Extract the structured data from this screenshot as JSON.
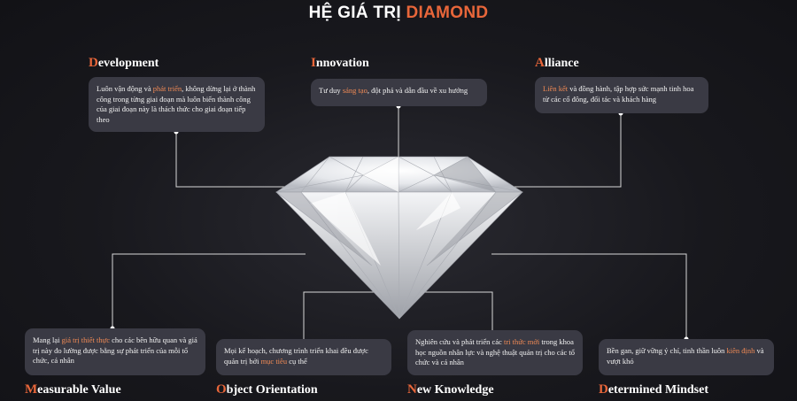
{
  "title": {
    "main": "HỆ GIÁ TRỊ ",
    "accent": "DIAMOND"
  },
  "colors": {
    "accent": "#e8663a",
    "highlight": "#f08a55",
    "background": "#16161b",
    "card": "#3a3a44"
  },
  "values": {
    "development": {
      "initial": "D",
      "rest": "evelopment",
      "pre": "Luôn vận động và ",
      "hl": "phát triển",
      "post": ", không dừng lại ở thành công trong từng giai đoạn mà luôn biến thành công của giai đoạn này là thách thức cho giai đoạn tiếp theo"
    },
    "innovation": {
      "initial": "I",
      "rest": "nnovation",
      "pre": "Tư duy ",
      "hl": "sáng tạo",
      "post": ", đột phá và dẫn đầu về xu hướng"
    },
    "alliance": {
      "initial": "A",
      "rest": "lliance",
      "pre": "",
      "hl": "Liên kết",
      "post": " và đồng hành, tập hợp sức mạnh tinh hoa từ các cổ đông, đối tác và khách hàng"
    },
    "measurable": {
      "initial": "M",
      "rest": "easurable Value",
      "pre": "Mang lại ",
      "hl": "giá trị thiết thực",
      "post": " cho các bên hữu quan và giá trị này đo lường được bằng sự phát triển của mỗi tổ chức, cá nhân"
    },
    "object": {
      "initial": "O",
      "rest": "bject Orientation",
      "pre": "Mọi kế hoạch, chương trình triển khai đều được quản trị bởi ",
      "hl": "mục tiêu",
      "post": " cụ thể"
    },
    "knowledge": {
      "initial": "N",
      "rest": "ew Knowledge",
      "pre": "Nghiên cứu và phát triển các ",
      "hl": "tri thức mới",
      "post": " trong khoa học nguồn nhân lực và nghệ thuật quản trị cho các tổ chức và cá nhân"
    },
    "determined": {
      "initial": "D",
      "rest": "etermined Mindset",
      "pre": "Bền gan, giữ vững ý chí, tinh thần luôn ",
      "hl": "kiên định",
      "post": " và vượt khó"
    }
  }
}
